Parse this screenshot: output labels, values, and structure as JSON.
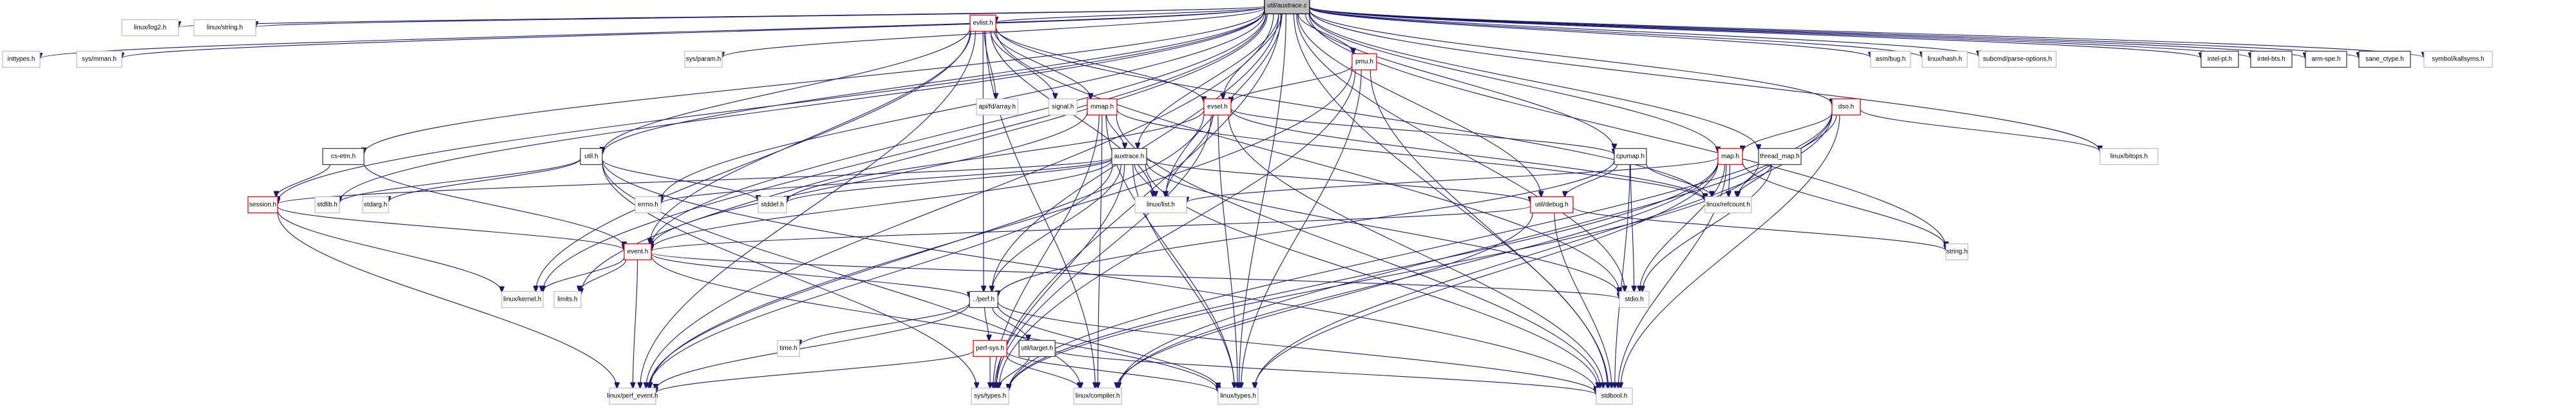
{
  "title": "util/auxtrace.c",
  "diagram_type": "include dependency graph",
  "legend_colors": {
    "edge": "#191970",
    "root_fill": "#bfbfbf",
    "documented_border": "#404040",
    "truncated_border": "#ff0000",
    "undocumented_border": "#bfbfbf"
  },
  "nodes": [
    {
      "id": "auxtrace_c",
      "label": "util/auxtrace.c",
      "kind": "root"
    },
    {
      "id": "inttypes",
      "label": "inttypes.h",
      "kind": "ext"
    },
    {
      "id": "sys_mman",
      "label": "sys/mman.h",
      "kind": "ext"
    },
    {
      "id": "linux_log2",
      "label": "linux/log2.h",
      "kind": "ext"
    },
    {
      "id": "linux_string",
      "label": "linux/string.h",
      "kind": "ext"
    },
    {
      "id": "sys_param",
      "label": "sys/param.h",
      "kind": "ext"
    },
    {
      "id": "evlist",
      "label": "evlist.h",
      "kind": "red"
    },
    {
      "id": "pmu",
      "label": "pmu.h",
      "kind": "red"
    },
    {
      "id": "asm_bug",
      "label": "asm/bug.h",
      "kind": "ext"
    },
    {
      "id": "linux_hash",
      "label": "linux/hash.h",
      "kind": "ext"
    },
    {
      "id": "subcmd_parse",
      "label": "subcmd/parse-options.h",
      "kind": "ext"
    },
    {
      "id": "intel_pt",
      "label": "intel-pt.h",
      "kind": "doc"
    },
    {
      "id": "intel_bts",
      "label": "intel-bts.h",
      "kind": "doc"
    },
    {
      "id": "arm_spe",
      "label": "arm-spe.h",
      "kind": "doc"
    },
    {
      "id": "sane_ctype",
      "label": "sane_ctype.h",
      "kind": "doc"
    },
    {
      "id": "symbol_kallsyms",
      "label": "symbol/kallsyms.h",
      "kind": "ext"
    },
    {
      "id": "api_fd_array",
      "label": "api/fd/array.h",
      "kind": "ext"
    },
    {
      "id": "signal",
      "label": "signal.h",
      "kind": "ext"
    },
    {
      "id": "mmap",
      "label": "mmap.h",
      "kind": "red"
    },
    {
      "id": "evsel",
      "label": "evsel.h",
      "kind": "red"
    },
    {
      "id": "dso",
      "label": "dso.h",
      "kind": "red"
    },
    {
      "id": "cs_etm",
      "label": "cs-etm.h",
      "kind": "doc"
    },
    {
      "id": "util_h",
      "label": "util.h",
      "kind": "doc"
    },
    {
      "id": "auxtrace_h",
      "label": "auxtrace.h",
      "kind": "doc"
    },
    {
      "id": "cpumap",
      "label": "cpumap.h",
      "kind": "doc"
    },
    {
      "id": "map",
      "label": "map.h",
      "kind": "red"
    },
    {
      "id": "thread_map",
      "label": "thread_map.h",
      "kind": "doc"
    },
    {
      "id": "linux_bitops",
      "label": "linux/bitops.h",
      "kind": "ext"
    },
    {
      "id": "session",
      "label": "session.h",
      "kind": "red"
    },
    {
      "id": "stdlib",
      "label": "stdlib.h",
      "kind": "ext"
    },
    {
      "id": "stdarg",
      "label": "stdarg.h",
      "kind": "ext"
    },
    {
      "id": "errno",
      "label": "errno.h",
      "kind": "ext"
    },
    {
      "id": "stddef",
      "label": "stddef.h",
      "kind": "ext"
    },
    {
      "id": "linux_list",
      "label": "linux/list.h",
      "kind": "ext"
    },
    {
      "id": "util_debug",
      "label": "util/debug.h",
      "kind": "red"
    },
    {
      "id": "linux_refcount",
      "label": "linux/refcount.h",
      "kind": "ext"
    },
    {
      "id": "event",
      "label": "event.h",
      "kind": "red"
    },
    {
      "id": "string_h",
      "label": "string.h",
      "kind": "ext"
    },
    {
      "id": "linux_kernel",
      "label": "linux/kernel.h",
      "kind": "ext"
    },
    {
      "id": "limits",
      "label": "limits.h",
      "kind": "ext"
    },
    {
      "id": "perf_h",
      "label": "../perf.h",
      "kind": "doc"
    },
    {
      "id": "stdio",
      "label": "stdio.h",
      "kind": "ext"
    },
    {
      "id": "time_h",
      "label": "time.h",
      "kind": "ext"
    },
    {
      "id": "perf_sys",
      "label": "perf-sys.h",
      "kind": "red"
    },
    {
      "id": "util_target",
      "label": "util/target.h",
      "kind": "doc"
    },
    {
      "id": "linux_perf_event",
      "label": "linux/perf_event.h",
      "kind": "ext"
    },
    {
      "id": "sys_types",
      "label": "sys/types.h",
      "kind": "ext"
    },
    {
      "id": "linux_compiler",
      "label": "linux/compiler.h",
      "kind": "ext"
    },
    {
      "id": "linux_types",
      "label": "linux/types.h",
      "kind": "ext"
    },
    {
      "id": "stdbool",
      "label": "stdbool.h",
      "kind": "ext"
    }
  ],
  "edges": [
    [
      "auxtrace_c",
      "inttypes"
    ],
    [
      "auxtrace_c",
      "sys_mman"
    ],
    [
      "auxtrace_c",
      "linux_log2"
    ],
    [
      "auxtrace_c",
      "linux_string"
    ],
    [
      "auxtrace_c",
      "sys_param"
    ],
    [
      "auxtrace_c",
      "evlist"
    ],
    [
      "auxtrace_c",
      "pmu"
    ],
    [
      "auxtrace_c",
      "asm_bug"
    ],
    [
      "auxtrace_c",
      "linux_hash"
    ],
    [
      "auxtrace_c",
      "subcmd_parse"
    ],
    [
      "auxtrace_c",
      "intel_pt"
    ],
    [
      "auxtrace_c",
      "intel_bts"
    ],
    [
      "auxtrace_c",
      "arm_spe"
    ],
    [
      "auxtrace_c",
      "sane_ctype"
    ],
    [
      "auxtrace_c",
      "symbol_kallsyms"
    ],
    [
      "auxtrace_c",
      "evsel"
    ],
    [
      "auxtrace_c",
      "dso"
    ],
    [
      "auxtrace_c",
      "cs_etm"
    ],
    [
      "auxtrace_c",
      "util_h"
    ],
    [
      "auxtrace_c",
      "auxtrace_h"
    ],
    [
      "auxtrace_c",
      "cpumap"
    ],
    [
      "auxtrace_c",
      "map"
    ],
    [
      "auxtrace_c",
      "thread_map"
    ],
    [
      "auxtrace_c",
      "linux_bitops"
    ],
    [
      "auxtrace_c",
      "session"
    ],
    [
      "auxtrace_c",
      "stdlib"
    ],
    [
      "auxtrace_c",
      "errno"
    ],
    [
      "auxtrace_c",
      "linux_list"
    ],
    [
      "auxtrace_c",
      "util_debug"
    ],
    [
      "auxtrace_c",
      "event"
    ],
    [
      "auxtrace_c",
      "string_h"
    ],
    [
      "auxtrace_c",
      "linux_kernel"
    ],
    [
      "auxtrace_c",
      "stdio"
    ],
    [
      "auxtrace_c",
      "perf_h"
    ],
    [
      "auxtrace_c",
      "linux_perf_event"
    ],
    [
      "auxtrace_c",
      "sys_types"
    ],
    [
      "auxtrace_c",
      "linux_types"
    ],
    [
      "auxtrace_c",
      "stdbool"
    ],
    [
      "auxtrace_c",
      "limits"
    ],
    [
      "evlist",
      "api_fd_array"
    ],
    [
      "evlist",
      "signal"
    ],
    [
      "evlist",
      "mmap"
    ],
    [
      "evlist",
      "evsel"
    ],
    [
      "evlist",
      "util_h"
    ],
    [
      "evlist",
      "linux_list"
    ],
    [
      "evlist",
      "event"
    ],
    [
      "evlist",
      "perf_h"
    ],
    [
      "evlist",
      "linux_refcount"
    ],
    [
      "evlist",
      "stdio"
    ],
    [
      "evlist",
      "linux_kernel"
    ],
    [
      "evlist",
      "linux_compiler"
    ],
    [
      "evlist",
      "linux_perf_event"
    ],
    [
      "pmu",
      "evsel"
    ],
    [
      "pmu",
      "linux_perf_event"
    ],
    [
      "pmu",
      "stdbool"
    ],
    [
      "pmu",
      "linux_types"
    ],
    [
      "pmu",
      "sys_types"
    ],
    [
      "mmap",
      "auxtrace_h"
    ],
    [
      "mmap",
      "event"
    ],
    [
      "mmap",
      "linux_refcount"
    ],
    [
      "mmap",
      "linux_compiler"
    ],
    [
      "mmap",
      "linux_types"
    ],
    [
      "mmap",
      "stdbool"
    ],
    [
      "mmap",
      "sys_types"
    ],
    [
      "evsel",
      "cpumap"
    ],
    [
      "evsel",
      "linux_list"
    ],
    [
      "evsel",
      "stddef"
    ],
    [
      "evsel",
      "linux_perf_event"
    ],
    [
      "evsel",
      "linux_types"
    ],
    [
      "evsel",
      "stdbool"
    ],
    [
      "evsel",
      "linux_refcount"
    ],
    [
      "evsel",
      "sys_types"
    ],
    [
      "dso",
      "map"
    ],
    [
      "dso",
      "linux_refcount"
    ],
    [
      "dso",
      "linux_bitops"
    ],
    [
      "dso",
      "linux_types"
    ],
    [
      "dso",
      "stdbool"
    ],
    [
      "dso",
      "sys_types"
    ],
    [
      "dso",
      "linux_compiler"
    ],
    [
      "cs_etm",
      "session"
    ],
    [
      "cs_etm",
      "event"
    ],
    [
      "util_h",
      "stdlib"
    ],
    [
      "util_h",
      "stdarg"
    ],
    [
      "util_h",
      "stddef"
    ],
    [
      "util_h",
      "linux_compiler"
    ],
    [
      "util_h",
      "sys_types"
    ],
    [
      "util_h",
      "stdbool"
    ],
    [
      "auxtrace_h",
      "session"
    ],
    [
      "auxtrace_h",
      "errno"
    ],
    [
      "auxtrace_h",
      "stddef"
    ],
    [
      "auxtrace_h",
      "linux_list"
    ],
    [
      "auxtrace_h",
      "util_debug"
    ],
    [
      "auxtrace_h",
      "event"
    ],
    [
      "auxtrace_h",
      "perf_h"
    ],
    [
      "auxtrace_h",
      "linux_perf_event"
    ],
    [
      "auxtrace_h",
      "sys_types"
    ],
    [
      "auxtrace_h",
      "linux_types"
    ],
    [
      "auxtrace_h",
      "stdbool"
    ],
    [
      "auxtrace_h",
      "stdio"
    ],
    [
      "cpumap",
      "util_debug"
    ],
    [
      "cpumap",
      "linux_refcount"
    ],
    [
      "cpumap",
      "stdio"
    ],
    [
      "cpumap",
      "stdbool"
    ],
    [
      "cpumap",
      "perf_h"
    ],
    [
      "map",
      "linux_refcount"
    ],
    [
      "map",
      "linux_list"
    ],
    [
      "map",
      "string_h"
    ],
    [
      "map",
      "stdio"
    ],
    [
      "map",
      "linux_types"
    ],
    [
      "map",
      "stdbool"
    ],
    [
      "map",
      "linux_compiler"
    ],
    [
      "map",
      "sys_types"
    ],
    [
      "thread_map",
      "linux_refcount"
    ],
    [
      "thread_map",
      "stdio"
    ],
    [
      "thread_map",
      "sys_types"
    ],
    [
      "session",
      "event"
    ],
    [
      "session",
      "linux_kernel"
    ],
    [
      "session",
      "linux_perf_event"
    ],
    [
      "util_debug",
      "event"
    ],
    [
      "util_debug",
      "string_h"
    ],
    [
      "util_debug",
      "stdbool"
    ],
    [
      "util_debug",
      "linux_compiler"
    ],
    [
      "event",
      "linux_kernel"
    ],
    [
      "event",
      "limits"
    ],
    [
      "event",
      "stdio"
    ],
    [
      "event",
      "perf_h"
    ],
    [
      "event",
      "linux_perf_event"
    ],
    [
      "event",
      "linux_types"
    ],
    [
      "perf_h",
      "time_h"
    ],
    [
      "perf_h",
      "perf_sys"
    ],
    [
      "perf_h",
      "util_target"
    ],
    [
      "perf_h",
      "linux_perf_event"
    ],
    [
      "perf_h",
      "linux_types"
    ],
    [
      "perf_h",
      "stdbool"
    ],
    [
      "perf_sys",
      "sys_types"
    ],
    [
      "perf_sys",
      "linux_compiler"
    ],
    [
      "perf_sys",
      "linux_types"
    ],
    [
      "perf_sys",
      "linux_perf_event"
    ],
    [
      "util_target",
      "sys_types"
    ],
    [
      "util_target",
      "stdbool"
    ]
  ]
}
